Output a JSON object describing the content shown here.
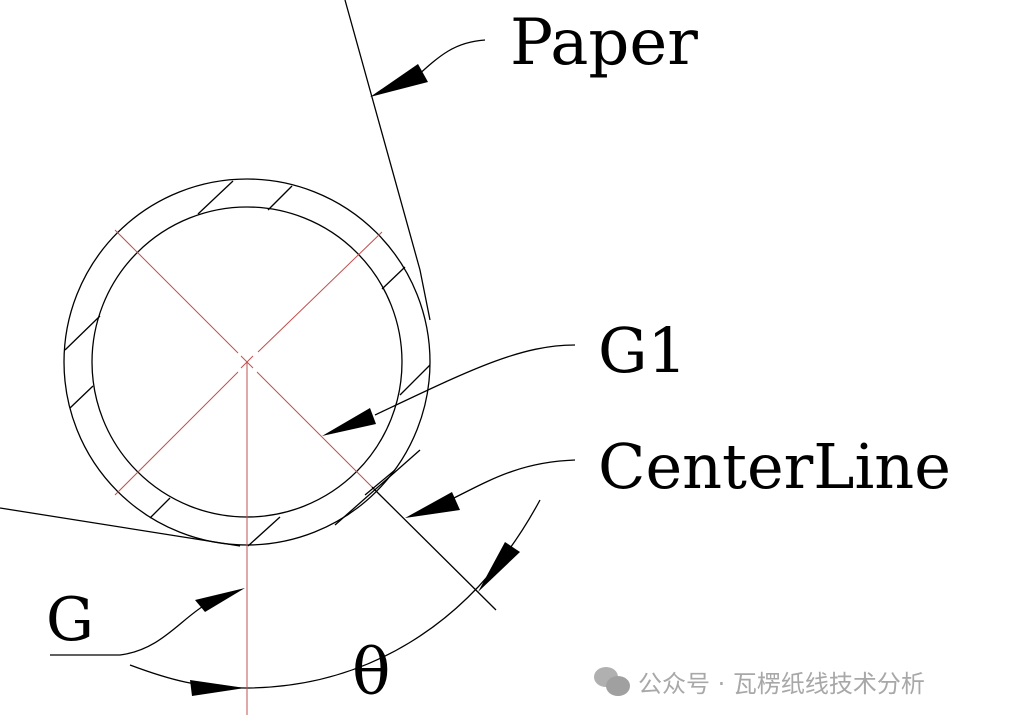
{
  "labels": {
    "paper": "Paper",
    "g1": "G1",
    "centerline": "CenterLine",
    "g": "G",
    "theta": "θ"
  },
  "watermark": "公众号 · 瓦楞纸线技术分析",
  "colors": {
    "line": "#000000",
    "center_line": "#c0504d",
    "watermark": "#a8a8a8"
  }
}
